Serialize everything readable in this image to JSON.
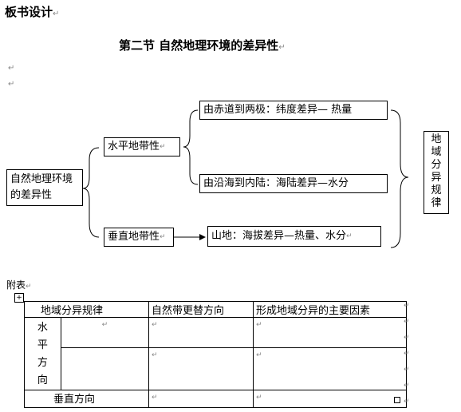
{
  "doc": {
    "heading": "板书设计",
    "title": "第二节 自然地理环境的差异性",
    "para_mark": "↵"
  },
  "diagram": {
    "root": "自然地理环境的差异性",
    "horizontal": "水平地带性",
    "vertical": "垂直地带性",
    "lat": "由赤道到两极：纬度差异— 热量",
    "sea": "由沿海到内陆：海陆差异—水分",
    "mountain": "山地：海拔差异—热量、水分",
    "law": "地域分异规律"
  },
  "appendix": {
    "label": "附表",
    "anchor": "+",
    "headers": [
      "地域分异规律",
      "自然带更替方向",
      "形成地域分异的主要因素"
    ],
    "row_horizontal": "水平方向",
    "row_vertical": "垂直方向"
  }
}
